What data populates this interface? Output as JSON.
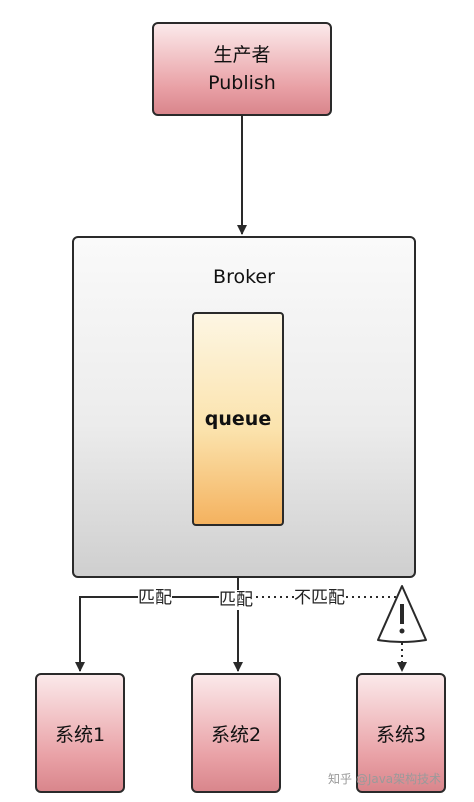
{
  "producer": {
    "line1": "生产者",
    "line2": "Publish"
  },
  "broker": {
    "label": "Broker"
  },
  "queue": {
    "label": "queue"
  },
  "edges": {
    "match1": "匹配",
    "match2": "匹配",
    "no_match": "不匹配"
  },
  "systems": {
    "sys1": "系统1",
    "sys2": "系统2",
    "sys3": "系统3"
  },
  "warning_icon": "exclamation-triangle-icon",
  "watermark": "知乎 @Java架构技术",
  "colors": {
    "producer_fill": "#e9a1a6",
    "queue_fill": "#f4b25f",
    "broker_fill": "#ececec",
    "border": "#2a2a2a"
  }
}
